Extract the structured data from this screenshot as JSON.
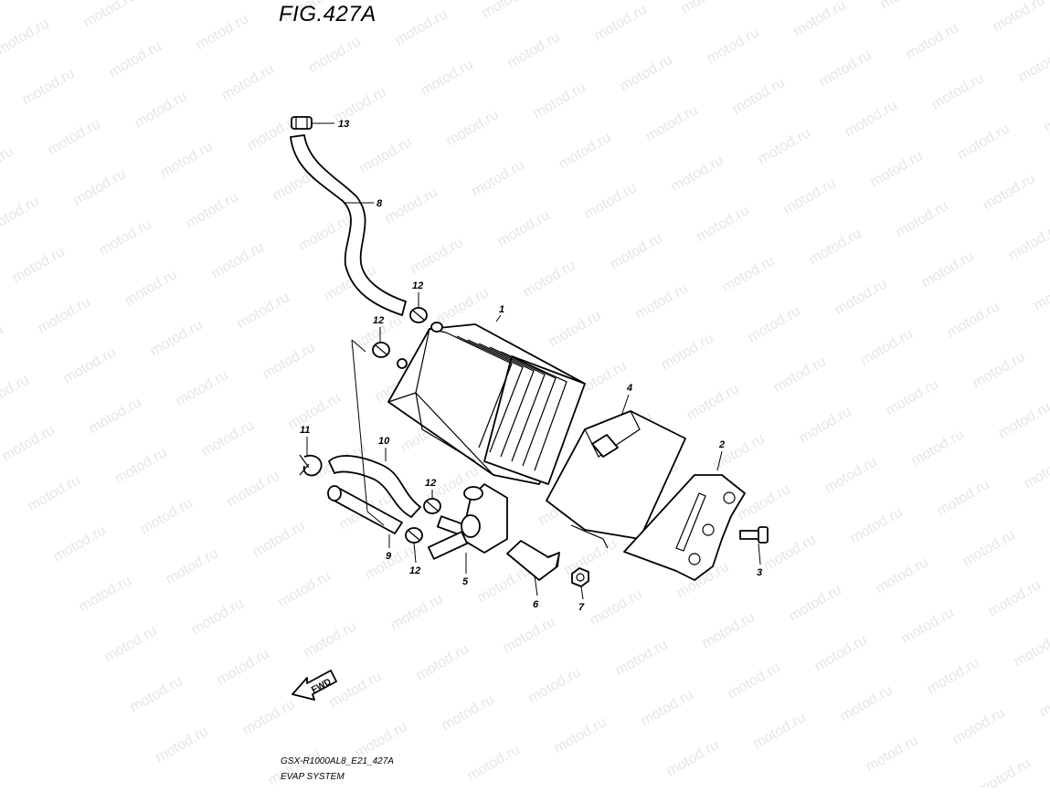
{
  "figure": {
    "title": "FIG.427A",
    "model_code": "GSX-R1000AL8_E21_427A",
    "caption": "EVAP SYSTEM",
    "watermark": "motod.ru"
  },
  "fwd_arrow": {
    "label": "FWD",
    "icon": "fwd-arrow-icon"
  },
  "callouts": [
    {
      "id": "1",
      "label": "1"
    },
    {
      "id": "2",
      "label": "2"
    },
    {
      "id": "3",
      "label": "3"
    },
    {
      "id": "4",
      "label": "4"
    },
    {
      "id": "5",
      "label": "5"
    },
    {
      "id": "6",
      "label": "6"
    },
    {
      "id": "7",
      "label": "7"
    },
    {
      "id": "8",
      "label": "8"
    },
    {
      "id": "9",
      "label": "9"
    },
    {
      "id": "10",
      "label": "10"
    },
    {
      "id": "11",
      "label": "11"
    },
    {
      "id": "12a",
      "label": "12"
    },
    {
      "id": "12b",
      "label": "12"
    },
    {
      "id": "12c",
      "label": "12"
    },
    {
      "id": "12d",
      "label": "12"
    },
    {
      "id": "13",
      "label": "13"
    }
  ]
}
